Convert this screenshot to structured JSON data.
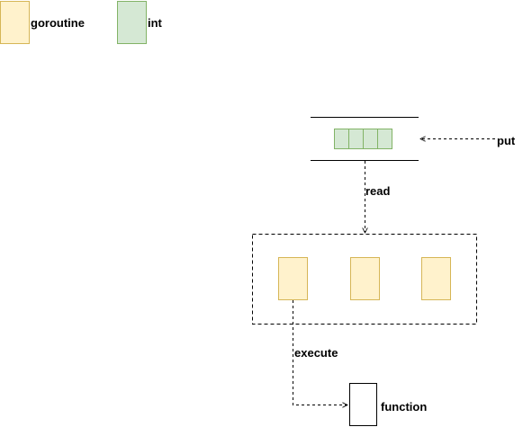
{
  "legend": [
    {
      "label": "goroutine",
      "fill": "#fff2cc",
      "stroke": "#d6b656"
    },
    {
      "label": "int",
      "fill": "#d5e8d4",
      "stroke": "#82b366"
    }
  ],
  "channel": {
    "cells": 4,
    "fill": "#d5e8d4",
    "stroke": "#82b366"
  },
  "pool": {
    "workers": 3,
    "fill": "#fff2cc",
    "stroke": "#d6b656"
  },
  "edges": {
    "put": "put",
    "read": "read",
    "execute": "execute"
  },
  "nodes": {
    "function": "function"
  }
}
